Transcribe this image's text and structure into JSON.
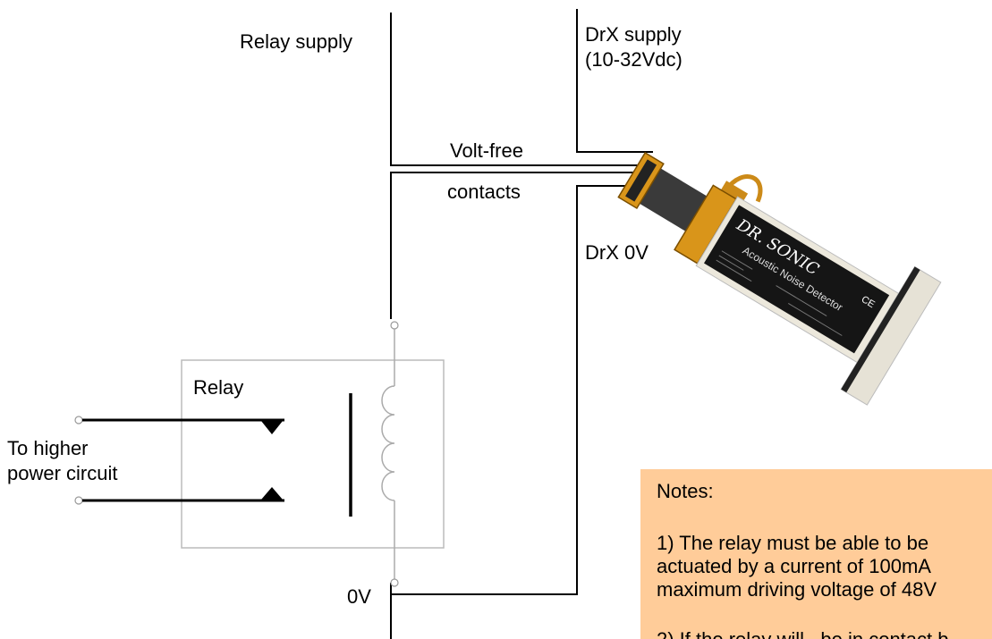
{
  "labels": {
    "relay_supply": "Relay supply",
    "drx_supply_line1": "DrX supply",
    "drx_supply_line2": "(10-32Vdc)",
    "volt_free": "Volt-free",
    "contacts": "contacts",
    "drx_0v": "DrX 0V",
    "relay": "Relay",
    "to_higher_line1": "To higher",
    "to_higher_line2": "power circuit",
    "zero_v": "0V"
  },
  "device": {
    "brand": "DR. SONIC",
    "product": "Acoustic Noise Detector",
    "ce_mark": "CE"
  },
  "notes": {
    "heading": "Notes:",
    "note1_line1": "1) The relay must be able to be",
    "note1_line2": "actuated by a current of 100mA",
    "note1_line3": "maximum driving voltage of 48V",
    "note2_partial": "2) If the relay will...be in contact b..."
  },
  "colors": {
    "wire": "#000000",
    "relay_box": "#bbbbbb",
    "notes_bg": "#ffcc99",
    "device_body": "#ece8dc",
    "device_panel": "#151515",
    "connector": "#d9951a"
  }
}
